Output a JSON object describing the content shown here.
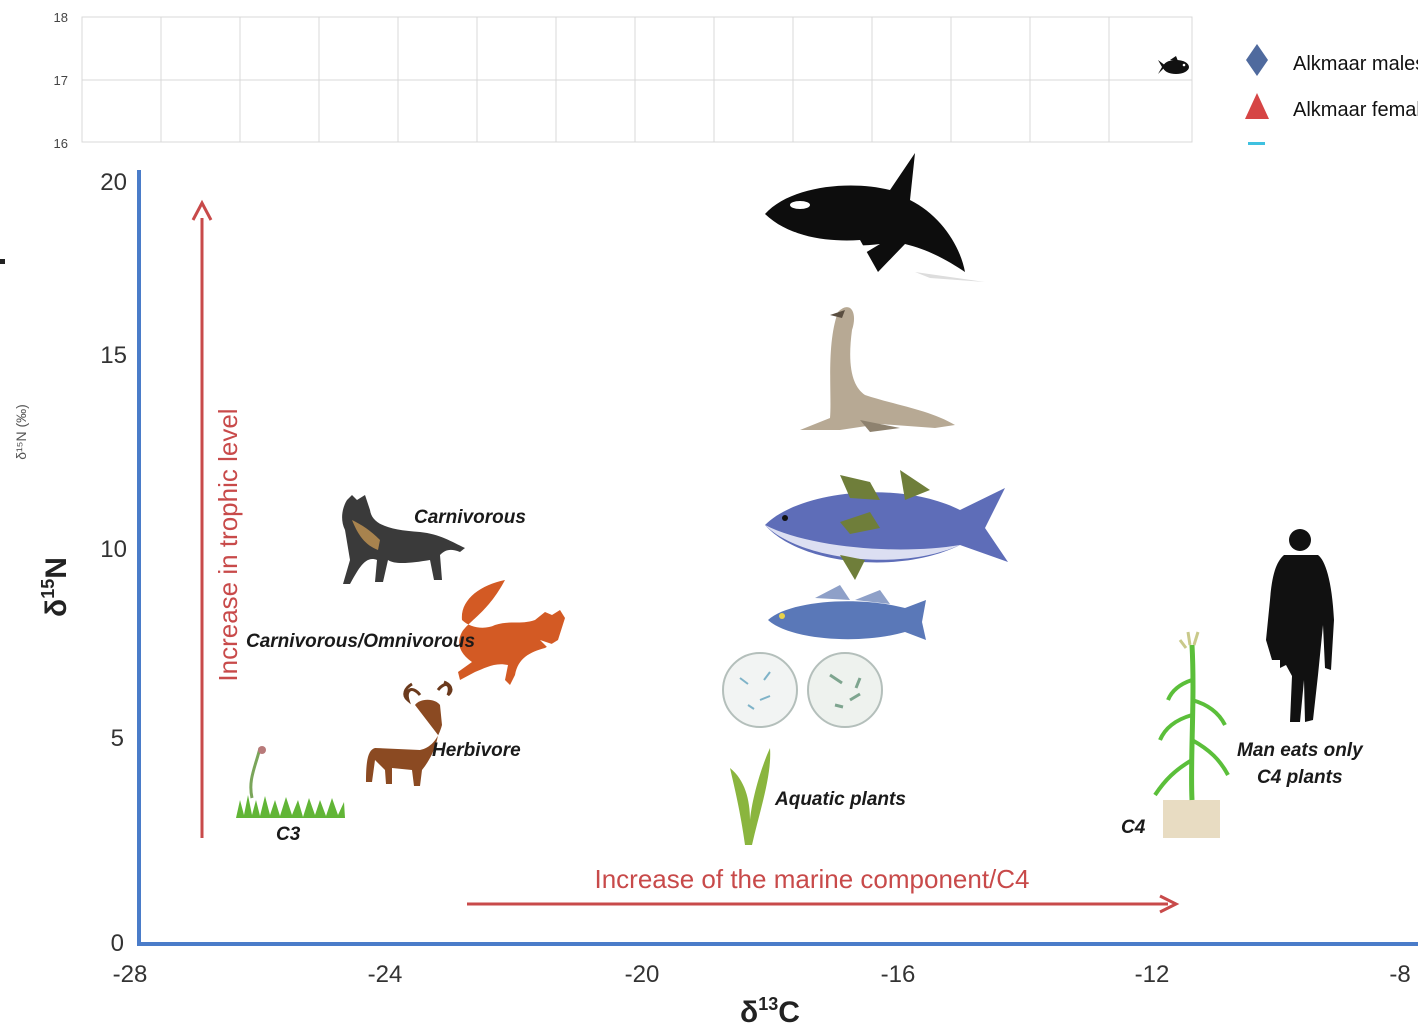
{
  "top_chart": {
    "y_ticks": [
      "18",
      "17",
      "16"
    ],
    "y_axis_label": "δ¹⁵N (‰)",
    "legend": [
      {
        "label": "Alkmaar males",
        "marker": "diamond",
        "color": "#4f6a9e"
      },
      {
        "label": "Alkmaar females",
        "marker": "triangle",
        "color": "#d64545"
      },
      {
        "label": "",
        "marker": "dash",
        "color": "#3fc1e0"
      }
    ]
  },
  "main": {
    "y_ticks": [
      "20",
      "15",
      "10",
      "5",
      "0"
    ],
    "x_ticks": [
      "-28",
      "-24",
      "-20",
      "-16",
      "-12",
      "-8"
    ],
    "y_title_base": "δ",
    "y_title_sup": "15",
    "y_title_el": "N",
    "x_title_base": "δ",
    "x_title_sup": "13",
    "x_title_el": "C",
    "trophic_arrow_label": "Increase in trophic level",
    "marine_arrow_label": "Increase of the marine component/C4",
    "labels": {
      "carnivorous": "Carnivorous",
      "carn_omni": "Carnivorous/Omnivorous",
      "herbivore": "Herbivore",
      "c3": "C3",
      "aquatic": "Aquatic plants",
      "c4": "C4",
      "man_line1": "Man eats only",
      "man_line2": "C4 plants"
    },
    "icons": [
      "orca-icon",
      "sea-lion-icon",
      "tuna-icon",
      "cod-icon",
      "plankton-icon",
      "seaweed-icon",
      "dog-icon",
      "fox-icon",
      "deer-icon",
      "grass-icon",
      "maize-icon",
      "man-silhouette-icon",
      "small-fish-icon"
    ],
    "colors": {
      "axis": "#4a7cc9",
      "arrow": "#c84a4a",
      "grid": "#d9d9d9"
    }
  }
}
